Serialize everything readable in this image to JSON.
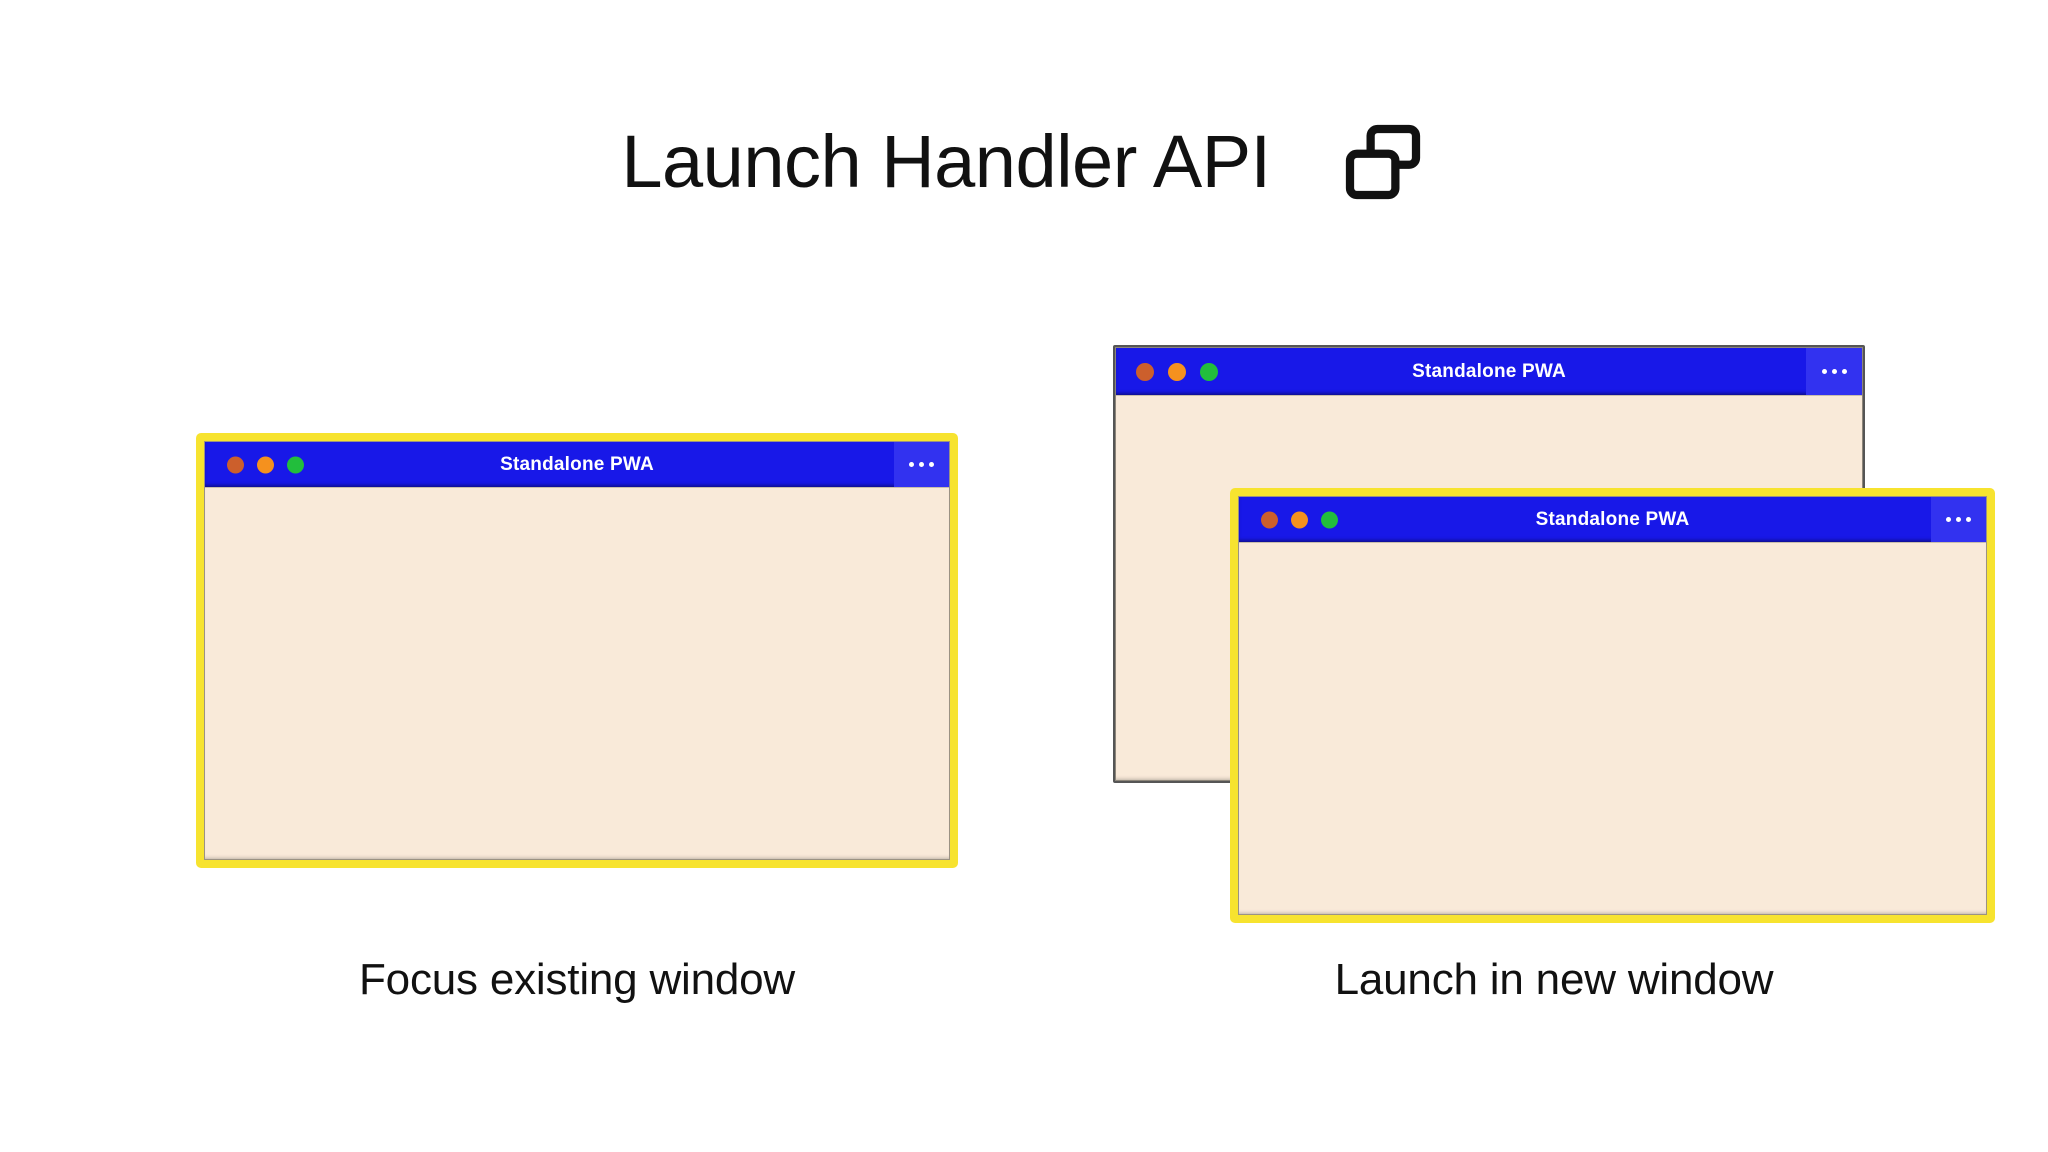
{
  "heading": {
    "title": "Launch Handler API",
    "icon": "two-windows-icon"
  },
  "colors": {
    "titlebar_blue": "#1818e8",
    "menu_blue": "#3232f0",
    "highlight_yellow": "#f7e32f",
    "window_body_cream": "#f9ead9",
    "dot_close": "#cc5f2c",
    "dot_minimize": "#f5911e",
    "dot_maximize": "#22be3c",
    "text_dark": "#111111",
    "page_background": "#ffffff"
  },
  "scenarios": [
    {
      "id": "focus-existing",
      "caption": "Focus existing window",
      "windows": [
        {
          "id": "win-focus",
          "title": "Standalone PWA",
          "highlighted": true,
          "menu_label": "•••",
          "traffic_lights": [
            "close",
            "minimize",
            "maximize"
          ]
        }
      ]
    },
    {
      "id": "launch-new",
      "caption": "Launch in new window",
      "windows": [
        {
          "id": "win-back",
          "title": "Standalone PWA",
          "highlighted": false,
          "menu_label": "•••",
          "traffic_lights": [
            "close",
            "minimize",
            "maximize"
          ]
        },
        {
          "id": "win-new",
          "title": "Standalone PWA",
          "highlighted": true,
          "menu_label": "•••",
          "traffic_lights": [
            "close",
            "minimize",
            "maximize"
          ]
        }
      ]
    }
  ]
}
